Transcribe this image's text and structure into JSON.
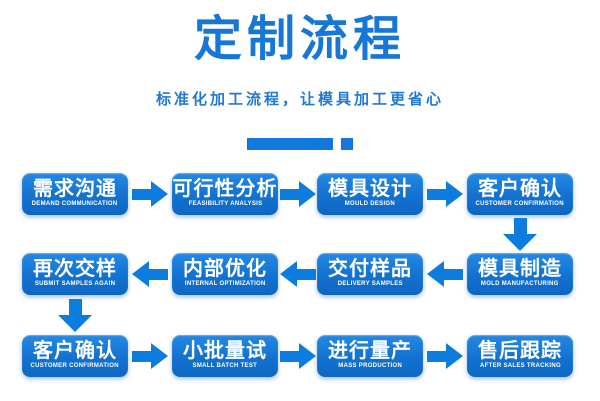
{
  "page": {
    "title": "定制流程",
    "subtitle": "标准化加工流程，让模具加工更省心"
  },
  "colors": {
    "primary_blue": "#1777d6",
    "box_gradient_top": "#2488e4",
    "box_gradient_bottom": "#0e66c2",
    "arrow_blue": "#0c7dde",
    "box_text": "#ffffff",
    "background": "#ffffff"
  },
  "flow": {
    "rows": [
      {
        "direction": "right",
        "steps": [
          {
            "zh": "需求沟通",
            "en": "DEMAND COMMUNICATION"
          },
          {
            "zh": "可行性分析",
            "en": "FEASIBILITY ANALYSIS"
          },
          {
            "zh": "模具设计",
            "en": "MOULD DESIGN"
          },
          {
            "zh": "客户确认",
            "en": "CUSTOMER CONFIRMATION"
          }
        ]
      },
      {
        "direction": "left",
        "steps": [
          {
            "zh": "再次交样",
            "en": "SUBMIT SAMPLES AGAIN"
          },
          {
            "zh": "内部优化",
            "en": "INTERNAL OPTIMIZATION"
          },
          {
            "zh": "交付样品",
            "en": "DELIVERY SAMPLES"
          },
          {
            "zh": "模具制造",
            "en": "MOLD MANUFACTURING"
          }
        ]
      },
      {
        "direction": "right",
        "steps": [
          {
            "zh": "客户确认",
            "en": "CUSTOMER CONFIRMATION"
          },
          {
            "zh": "小批量试",
            "en": "SMALL BATCH TEST"
          },
          {
            "zh": "进行量产",
            "en": "MASS PRODUCTION"
          },
          {
            "zh": "售后跟踪",
            "en": "AFTER SALES TRACKING"
          }
        ]
      }
    ]
  }
}
